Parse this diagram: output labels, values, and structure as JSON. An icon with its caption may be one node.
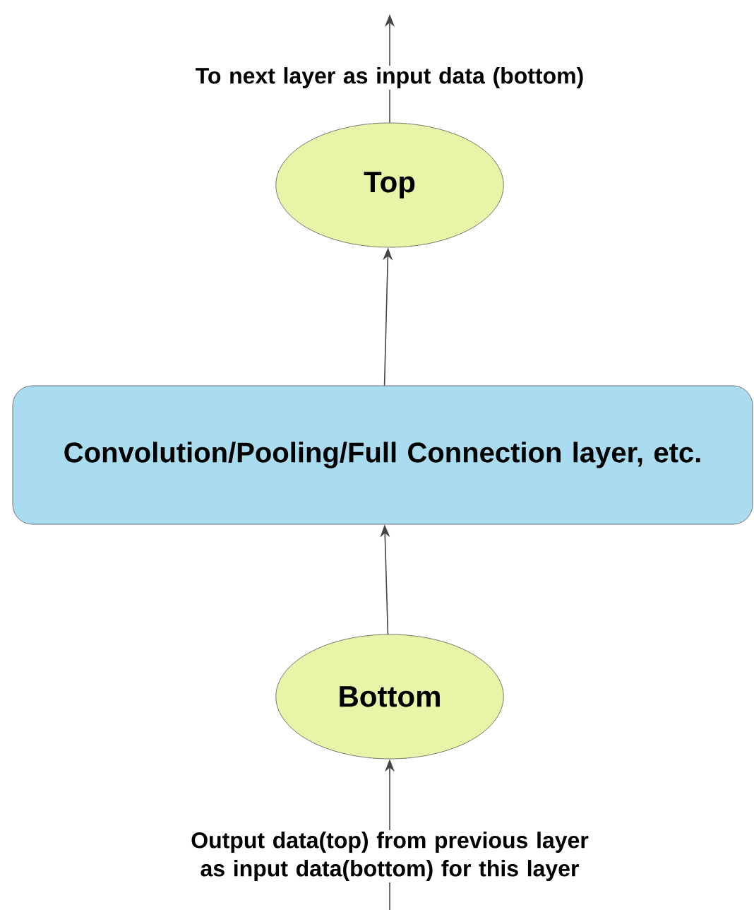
{
  "diagram": {
    "nodes": [
      {
        "text": [
          "Top"
        ]
      },
      {
        "text": [
          "Convolution/Pooling/Full Connection layer, etc."
        ]
      },
      {
        "text": [
          "Bottom"
        ]
      }
    ],
    "edges": [
      {
        "from": 0,
        "to": null,
        "arrow": "to",
        "label": "To next layer as input data (bottom)"
      },
      {
        "from": 1,
        "to": 0,
        "arrow": "to"
      },
      {
        "from": 2,
        "to": 1,
        "arrow": "to"
      },
      {
        "from": null,
        "to": 2,
        "arrow": "to",
        "label": "Output data(top) from previous layer as input data(bottom) for this layer"
      }
    ]
  }
}
